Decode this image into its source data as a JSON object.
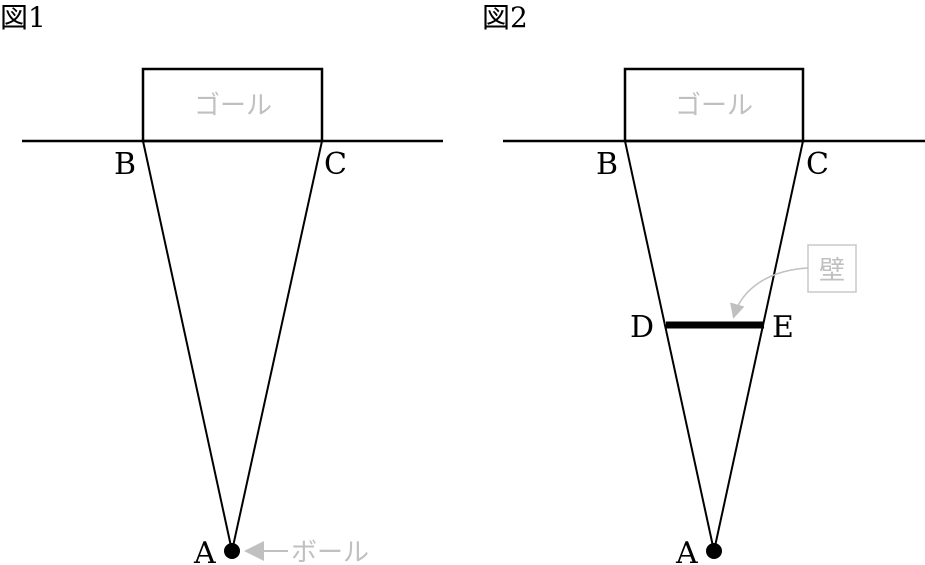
{
  "figure1": {
    "title": "図1",
    "goal_label": "ゴール",
    "points": {
      "A": "A",
      "B": "B",
      "C": "C"
    },
    "ball_label": "ボール"
  },
  "figure2": {
    "title": "図2",
    "goal_label": "ゴール",
    "points": {
      "A": "A",
      "B": "B",
      "C": "C",
      "D": "D",
      "E": "E"
    },
    "wall_label": "壁"
  },
  "colors": {
    "line": "#000000",
    "annotation": "#c0c0c0"
  }
}
